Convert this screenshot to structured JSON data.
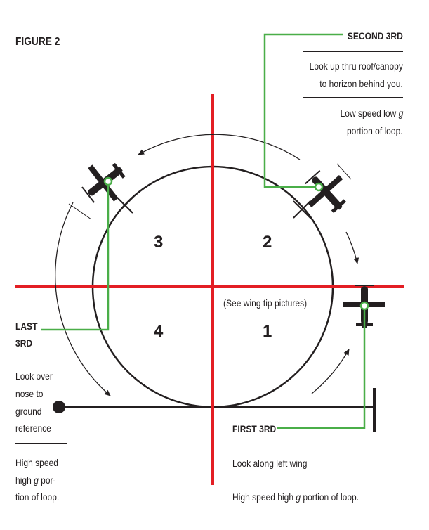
{
  "figure_label": "FIGURE 2",
  "quadrants": [
    "3",
    "2",
    "4",
    "1"
  ],
  "center_note": "(See wing tip pictures)",
  "second_third": {
    "title": "SECOND 3RD",
    "line1a": "Look up thru roof/canopy",
    "line1b": "to horizon behind you.",
    "line2a": "Low speed low",
    "g": "g",
    "line2b": "portion of loop."
  },
  "last_third": {
    "title_a": "LAST",
    "title_b": "3RD",
    "line1a": "Look over",
    "line1b": "nose to",
    "line1c": "ground",
    "line1d": "reference",
    "line2a": "High speed",
    "line2b_pre": "high",
    "g": "g",
    "line2b_post": "por-",
    "line2c": "tion of loop."
  },
  "first_third": {
    "title": "FIRST 3RD",
    "line1": "Look along left wing",
    "line2_pre": "High speed high",
    "g": "g",
    "line2_post": "portion of loop."
  },
  "colors": {
    "red": "#e31e24",
    "green": "#4aae48",
    "black": "#231f20"
  },
  "icons": [
    "airplane-icon",
    "airplane-icon",
    "airplane-icon"
  ]
}
